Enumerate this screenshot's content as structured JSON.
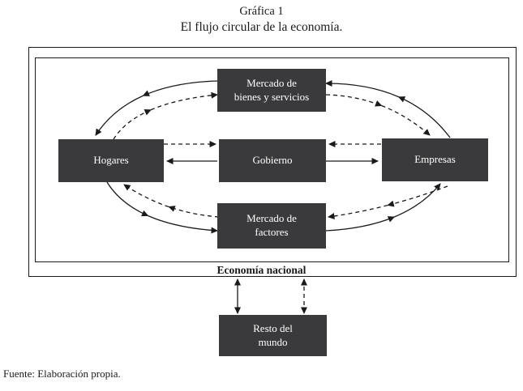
{
  "header": {
    "label": "Gráfica 1",
    "title": "El flujo circular de la economía."
  },
  "frame_label": "Economía nacional",
  "source_note": "Fuente: Elaboración propia.",
  "nodes": {
    "mercado_bienes": {
      "line1": "Mercado de",
      "line2": "bienes y servicios"
    },
    "hogares": {
      "line1": "Hogares"
    },
    "gobierno": {
      "line1": "Gobierno"
    },
    "empresas": {
      "line1": "Empresas"
    },
    "mercado_factores": {
      "line1": "Mercado de",
      "line2": "factores"
    },
    "resto_del_mundo": {
      "line1": "Resto del",
      "line2": "mundo"
    }
  },
  "edges": [
    {
      "from": "mercado_bienes",
      "to": "hogares",
      "style": "solid"
    },
    {
      "from": "hogares",
      "to": "mercado_bienes",
      "style": "dashed"
    },
    {
      "from": "empresas",
      "to": "mercado_bienes",
      "style": "solid"
    },
    {
      "from": "mercado_bienes",
      "to": "empresas",
      "style": "dashed"
    },
    {
      "from": "hogares",
      "to": "mercado_factores",
      "style": "solid"
    },
    {
      "from": "mercado_factores",
      "to": "hogares",
      "style": "dashed"
    },
    {
      "from": "mercado_factores",
      "to": "empresas",
      "style": "solid"
    },
    {
      "from": "empresas",
      "to": "mercado_factores",
      "style": "dashed"
    },
    {
      "from": "hogares",
      "to": "gobierno",
      "style": "dashed"
    },
    {
      "from": "gobierno",
      "to": "hogares",
      "style": "solid"
    },
    {
      "from": "empresas",
      "to": "gobierno",
      "style": "dashed"
    },
    {
      "from": "gobierno",
      "to": "empresas",
      "style": "solid"
    },
    {
      "from": "economia_nacional",
      "to": "resto_del_mundo",
      "style": "solid",
      "bidirectional": true
    },
    {
      "from": "economia_nacional",
      "to": "resto_del_mundo",
      "style": "dashed",
      "bidirectional": true
    }
  ],
  "colors": {
    "node_bg": "#3a3a3c",
    "node_text": "#ffffff",
    "line": "#1a1a1a",
    "background": "#ffffff"
  }
}
